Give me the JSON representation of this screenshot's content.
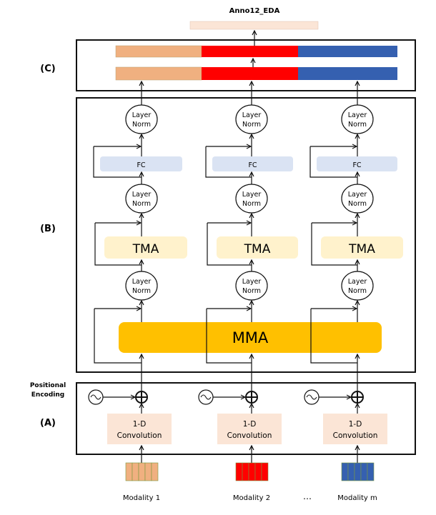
{
  "output": {
    "label": "Anno12_EDA"
  },
  "sections": {
    "c": "(C)",
    "b": "(B)",
    "a": "(A)",
    "positional_encoding": [
      "Positional",
      "Encoding"
    ]
  },
  "fusion_bars": {
    "segments": [
      {
        "name": "modality-1",
        "color": "#f0b080"
      },
      {
        "name": "modality-2",
        "color": "#ff0000"
      },
      {
        "name": "modality-m",
        "color": "#3560b0"
      }
    ]
  },
  "blocks": {
    "layer_norm": [
      "Layer",
      "Norm"
    ],
    "fc": "FC",
    "tma": "TMA",
    "mma": "MMA",
    "conv": [
      "1-D",
      "Convolution"
    ]
  },
  "modalities": [
    {
      "label": "Modality 1",
      "color": "#f0b080"
    },
    {
      "label": "Modality 2",
      "color": "#ff0000"
    },
    {
      "label": "Modality m",
      "color": "#3560b0"
    }
  ],
  "ellipsis": "…",
  "colors": {
    "mma": "#ffc000",
    "tma": "#fff2cc",
    "fc": "#dae3f3",
    "conv": "#fbe5d6",
    "output_bar": "#fbe5d6"
  }
}
